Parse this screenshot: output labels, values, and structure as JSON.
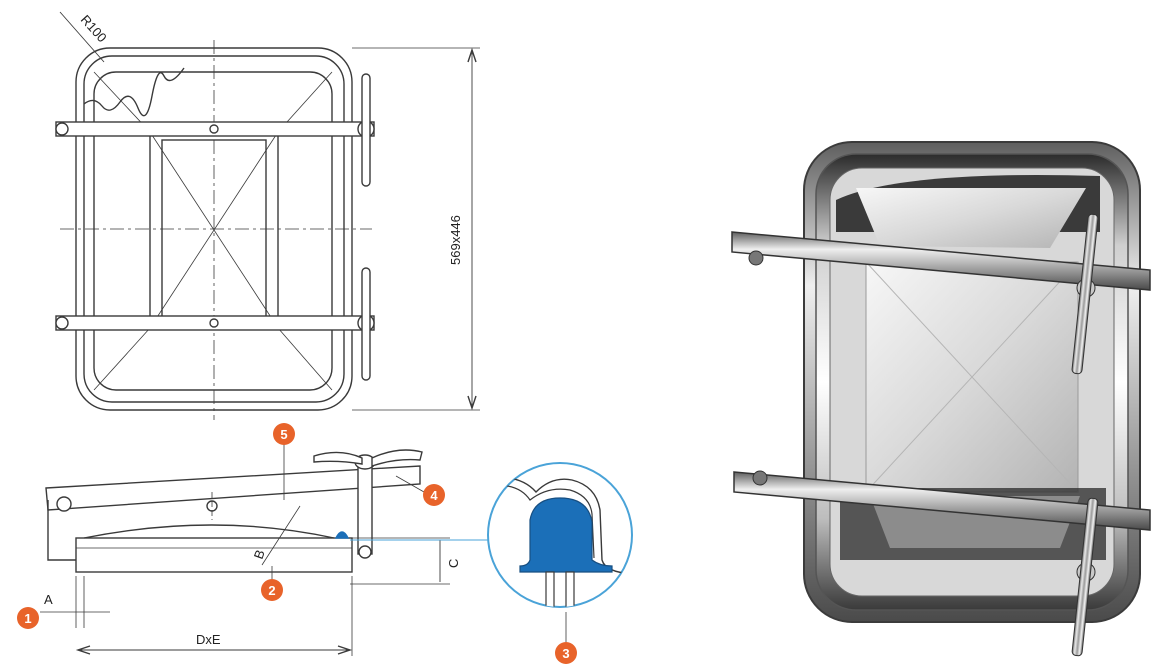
{
  "top_view": {
    "radius_label": "R100",
    "dimension_label": "569x446"
  },
  "side_view": {
    "dim_a": "A",
    "dim_b": "B",
    "dim_c": "C",
    "dim_dxe": "DxE"
  },
  "callouts": [
    {
      "number": "1",
      "color": "#e8632a"
    },
    {
      "number": "2",
      "color": "#e8632a"
    },
    {
      "number": "3",
      "color": "#e8632a"
    },
    {
      "number": "4",
      "color": "#e8632a"
    },
    {
      "number": "5",
      "color": "#e8632a"
    }
  ],
  "colors": {
    "line": "#3a3a3a",
    "callout": "#e8632a",
    "gasket": "#1b6fb8",
    "detail_ring": "#4aa3d8"
  }
}
